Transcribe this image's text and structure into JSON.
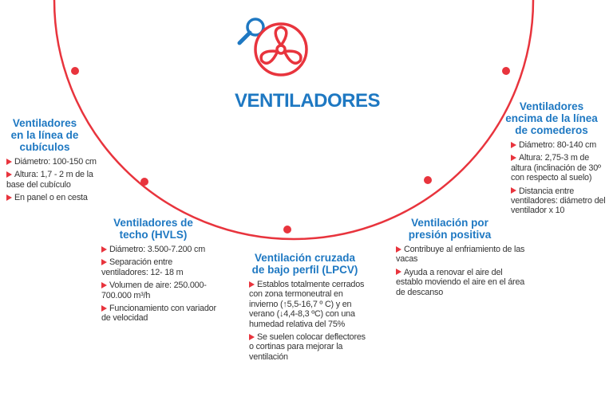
{
  "title": "VENTILADORES",
  "colors": {
    "arc": "#e8343d",
    "heading": "#1e78c2",
    "text": "#333333",
    "bullet": "#e8343d"
  },
  "icons": [
    "magnifier-icon",
    "fan-icon"
  ],
  "sections": [
    {
      "id": "cubiculos",
      "heading": "Ventiladores en la línea de cubículos",
      "points": [
        "Diámetro: 100-150 cm",
        "Altura: 1,7 - 2 m de la base del cubículo",
        "En panel o en cesta"
      ]
    },
    {
      "id": "techo",
      "heading": "Ventiladores de techo (HVLS)",
      "points": [
        "Diámetro: 3.500-7.200 cm",
        "Separación entre ventiladores: 12- 18 m",
        "Volumen de aire: 250.000-700.000 m³/h",
        "Funcionamiento con variador de velocidad"
      ]
    },
    {
      "id": "lpcv",
      "heading": "Ventilación cruzada de bajo perfil (LPCV)",
      "points": [
        "Establos totalmente cerrados con zona termoneutral en invierno (↑5,5-16,7 º C) y en verano (↓4,4-8,3 ºC) con una humedad relativa del 75%",
        "Se suelen colocar deflectores o cortinas para mejorar la ventilación"
      ]
    },
    {
      "id": "presion",
      "heading": "Ventilación por presión positiva",
      "points": [
        "Contribuye al enfriamiento de las vacas",
        "Ayuda a renovar el aire del establo moviendo el aire en el área de descanso"
      ]
    },
    {
      "id": "comederos",
      "heading": "Ventiladores encima de la línea de comederos",
      "points": [
        "Diámetro: 80-140 cm",
        "Altura: 2,75-3 m de altura (inclinación de 30º con respecto al suelo)",
        "Distancia entre ventiladores: diámetro del ventilador x 10"
      ]
    }
  ]
}
